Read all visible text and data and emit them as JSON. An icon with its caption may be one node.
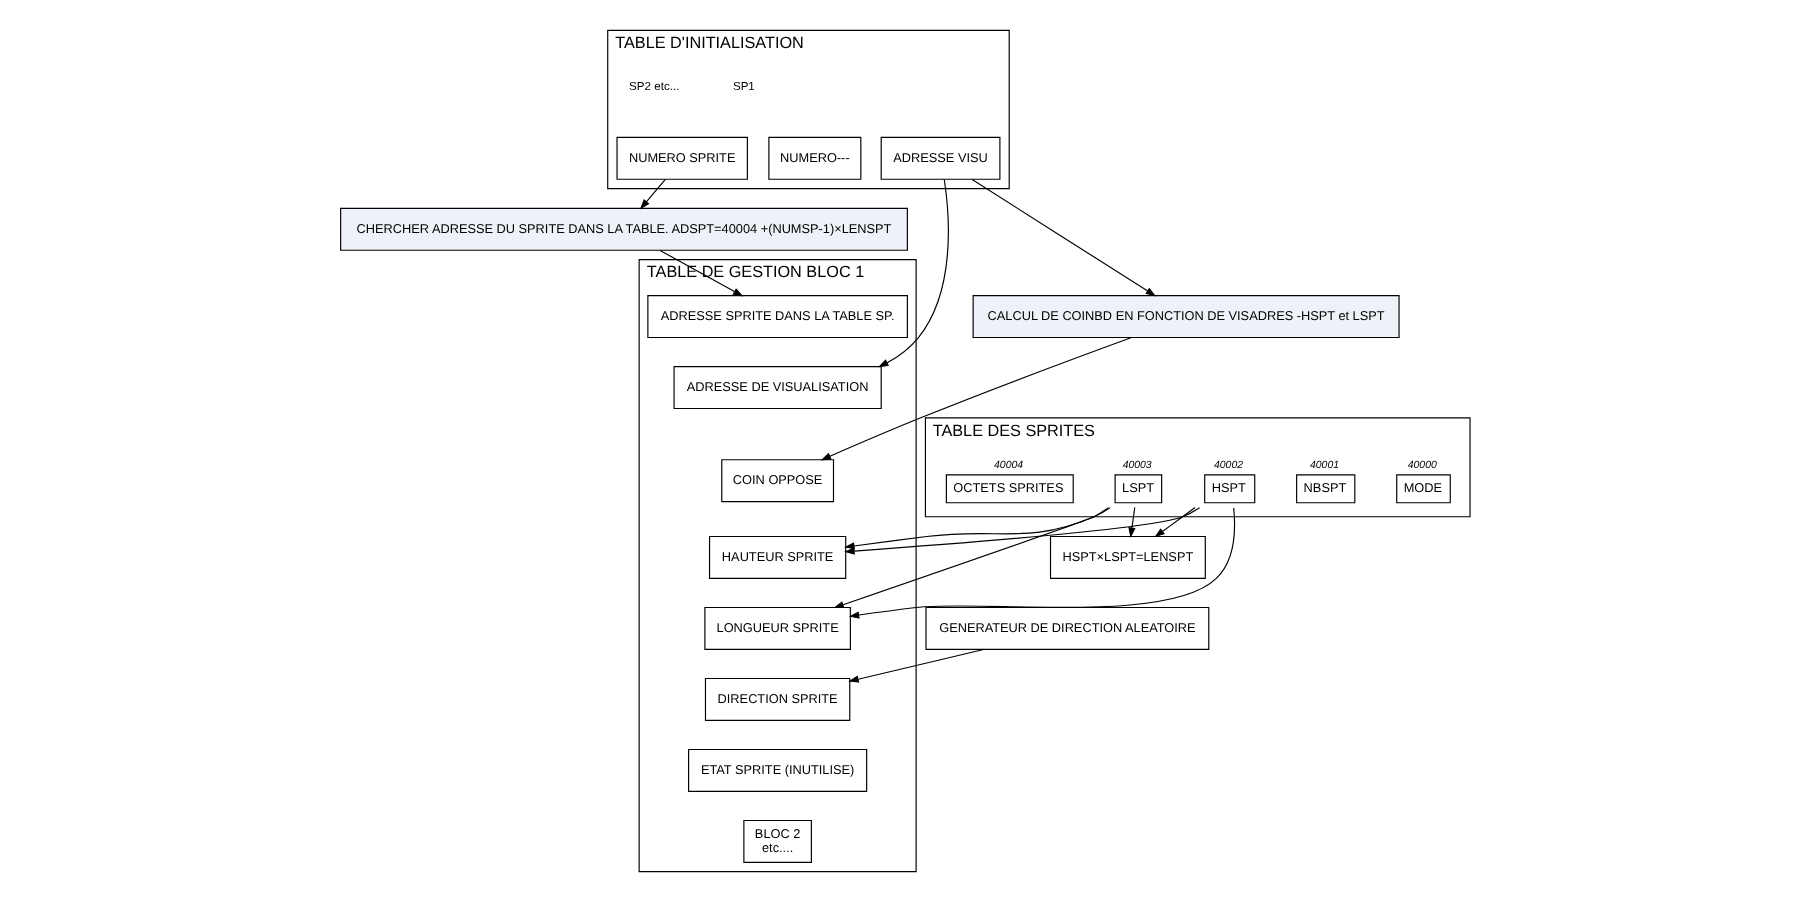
{
  "diagram": {
    "nodes": [
      {
        "text": [
          "HSPT×LSPT=LENSPT"
        ]
      },
      {
        "text": [
          "CHERCHER ADRESSE DU SPRITE DANS LA TABLE. ADSPT=40004 +(NUMSP-1)×LENSPT"
        ]
      },
      {
        "text": [
          "CALCUL DE COINBD EN FONCTION DE VISADRES -HSPT et LSPT"
        ]
      },
      {
        "text": [
          "GENERATEUR DE DIRECTION ALEATOIRE"
        ]
      },
      {
        "text": [
          "TABLE DES SPRITES"
        ]
      },
      {
        "text": [
          "MODE"
        ],
        "beside": [
          "40000"
        ],
        "in": 4
      },
      {
        "text": [
          "NBSPT"
        ],
        "beside": [
          "40001"
        ],
        "in": 4
      },
      {
        "text": [
          "HSPT"
        ],
        "beside": [
          "40002"
        ],
        "in": 4
      },
      {
        "text": [
          "LSPT"
        ],
        "beside": [
          "40003"
        ],
        "in": 4
      },
      {
        "text": [
          "OCTETS SPRITES"
        ],
        "beside": [
          "40004"
        ],
        "in": 4
      },
      {
        "text": [
          "TABLE D'INITIALISATION"
        ]
      },
      {
        "text": [
          "NUMERO SPRITE"
        ],
        "in": 10
      },
      {
        "text": [
          "ADRESSE VISU"
        ],
        "in": 10
      },
      {
        "text": [
          "NUMERO---"
        ],
        "in": 10
      },
      {
        "text": [
          "TABLE DE GESTION BLOC 1"
        ]
      },
      {
        "text": [
          "ADRESSE SPRITE DANS LA TABLE SP."
        ],
        "in": 14
      },
      {
        "text": [
          "ADRESSE DE VISUALISATION"
        ],
        "in": 14
      },
      {
        "text": [
          "COIN OPPOSE"
        ],
        "in": 14
      },
      {
        "text": [
          "HAUTEUR SPRITE"
        ],
        "in": 14
      },
      {
        "text": [
          "LONGUEUR SPRITE"
        ],
        "in": 14
      },
      {
        "text": [
          "DIRECTION SPRITE"
        ],
        "in": 14
      },
      {
        "text": [
          "ETAT SPRITE (INUTILISE)"
        ],
        "in": 14
      },
      {
        "text": [
          "BLOC 2",
          "etc...."
        ],
        "in": 14
      }
    ],
    "edges": [
      {
        "from": 7,
        "to": 0,
        "arrow": "to"
      },
      {
        "from": 8,
        "to": 0,
        "arrow": "to"
      },
      {
        "from": 7,
        "to": 18,
        "arrow": "to"
      },
      {
        "from": 8,
        "to": 18,
        "arrow": "to"
      },
      {
        "from": 7,
        "to": 19,
        "arrow": "to"
      },
      {
        "from": 8,
        "to": 19,
        "arrow": "to"
      },
      {
        "from": 11,
        "to": 1,
        "arrow": "to"
      },
      {
        "from": 12,
        "to": 2,
        "arrow": "to"
      },
      {
        "from": 12,
        "to": 16,
        "arrow": "to"
      },
      {
        "from": 1,
        "to": 15,
        "arrow": "to"
      },
      {
        "from": 2,
        "to": 17,
        "arrow": "to"
      },
      {
        "from": 3,
        "to": 20,
        "arrow": "to"
      }
    ],
    "labels": [
      "SP1",
      "SP2 etc..."
    ]
  }
}
